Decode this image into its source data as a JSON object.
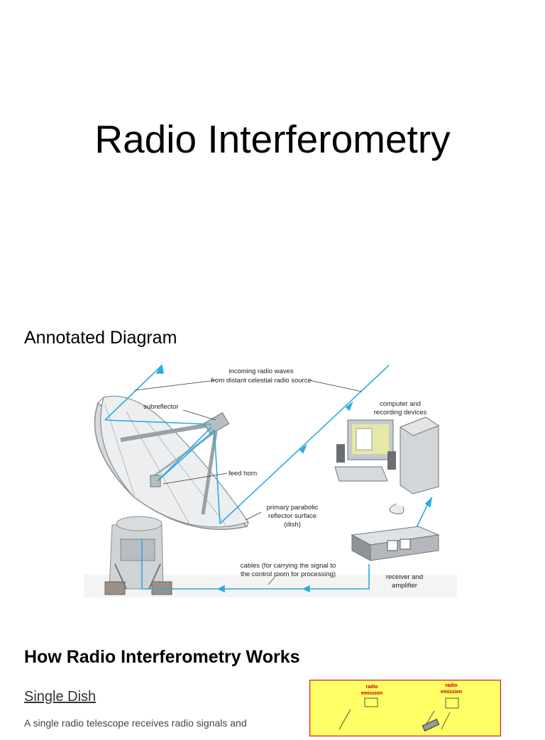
{
  "title": "Radio Interferometry",
  "annotated_diagram": {
    "heading": "Annotated Diagram",
    "labels": {
      "incoming_1": "incoming radio waves",
      "incoming_2": "from distant celestial radio source",
      "subreflector": "subreflector",
      "computer_1": "computer and",
      "computer_2": "recording devices",
      "feed_horn": "feed horn",
      "primary_1": "primary parabolic",
      "primary_2": "reflector surface",
      "primary_3": "(dish)",
      "cables_1": "cables (for carrying the signal to",
      "cables_2": "the control room for processing)",
      "receiver_1": "receiver and",
      "receiver_2": "amplifier"
    },
    "colors": {
      "ray": "#29abe2",
      "structure": "#9aa0a6",
      "dish": "#e6e8ea"
    }
  },
  "how_it_works": {
    "heading": "How Radio Interferometry Works",
    "subheading": "Single Dish",
    "body": "A single radio telescope receives radio signals and",
    "figure": {
      "label_left_1": "radio",
      "label_left_2": "emission",
      "label_right_1": "radio",
      "label_right_2": "emission",
      "background": "#ffff66",
      "border": "#dd2222"
    }
  }
}
